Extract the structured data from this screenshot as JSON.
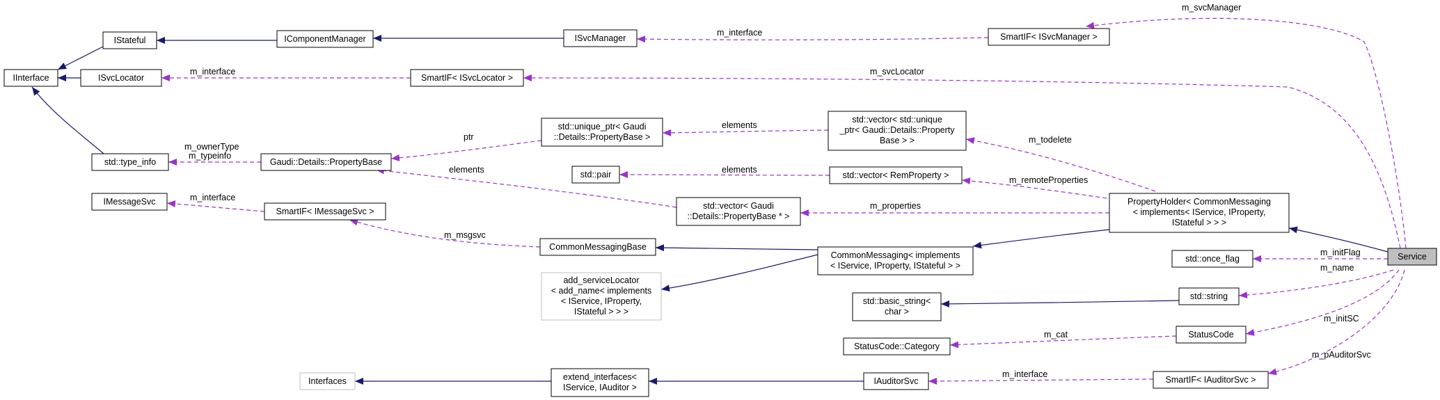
{
  "nodes": {
    "iinterface": [
      "IInterface"
    ],
    "istateful": [
      "IStateful"
    ],
    "icomponentmanager": [
      "IComponentManager"
    ],
    "isvcmanager": [
      "ISvcManager"
    ],
    "smartif_isvcmanager": [
      "SmartIF< ISvcManager >"
    ],
    "isvclocator": [
      "ISvcLocator"
    ],
    "smartif_isvclocator": [
      "SmartIF< ISvcLocator >"
    ],
    "unique_ptr_propertybase": [
      "std::unique_ptr< Gaudi",
      "::Details::PropertyBase >"
    ],
    "vector_unique_ptr": [
      "std::vector< std::unique",
      "_ptr< Gaudi::Details::Property",
      "Base > >"
    ],
    "type_info": [
      "std::type_info"
    ],
    "propertybase": [
      "Gaudi::Details::PropertyBase"
    ],
    "std_pair": [
      "std::pair"
    ],
    "vector_remproperty": [
      "std::vector< RemProperty >"
    ],
    "imessagesvc": [
      "IMessageSvc"
    ],
    "smartif_imessagesvc": [
      "SmartIF< IMessageSvc >"
    ],
    "vector_propertybase_ptr": [
      "std::vector< Gaudi",
      "::Details::PropertyBase * >"
    ],
    "propertyholder": [
      "PropertyHolder< CommonMessaging",
      "< implements< IService, IProperty,",
      "IStateful > > >"
    ],
    "commonmessagingbase": [
      "CommonMessagingBase"
    ],
    "commonmessaging": [
      "CommonMessaging< implements",
      "< IService, IProperty, IStateful > >"
    ],
    "once_flag": [
      "std::once_flag"
    ],
    "service": [
      "Service"
    ],
    "add_servicelocator": [
      "add_serviceLocator",
      "< add_name< implements",
      "< IService, IProperty,",
      "IStateful > > >"
    ],
    "basic_string": [
      "std::basic_string<",
      "char >"
    ],
    "std_string": [
      "std::string"
    ],
    "statuscode_category": [
      "StatusCode::Category"
    ],
    "statuscode": [
      "StatusCode"
    ],
    "interfaces": [
      "Interfaces"
    ],
    "extend_interfaces": [
      "extend_interfaces<",
      "IService, IAuditor >"
    ],
    "iauditorsvc": [
      "IAuditorSvc"
    ],
    "smartif_iauditorsvc": [
      "SmartIF< IAuditorSvc >"
    ]
  },
  "edge_labels": {
    "m_svcmanager": "m_svcManager",
    "m_interface_svcmanager": "m_interface",
    "m_interface_svclocator": "m_interface",
    "m_svclocator": "m_svcLocator",
    "elements_unique": "elements",
    "ptr": "ptr",
    "m_todelete": "m_todelete",
    "m_ownertype": "m_ownerType",
    "m_typeinfo": "m_typeinfo",
    "elements_pair": "elements",
    "elements_propbase": "elements",
    "m_remoteproperties": "m_remoteProperties",
    "m_interface_msgsvc": "m_interface",
    "m_properties": "m_properties",
    "m_msgsvc": "m_msgsvc",
    "m_initflag": "m_initFlag",
    "m_name": "m_name",
    "m_initsc": "m_initSC",
    "m_cat": "m_cat",
    "m_pauditorsvc": "m_pAuditorSvc",
    "m_interface_auditor": "m_interface"
  },
  "colors": {
    "inheritance": "#191970",
    "usage": "#9a32cd",
    "focus_fill": "#bfbfbf",
    "external_border": "#bfbfbf"
  }
}
